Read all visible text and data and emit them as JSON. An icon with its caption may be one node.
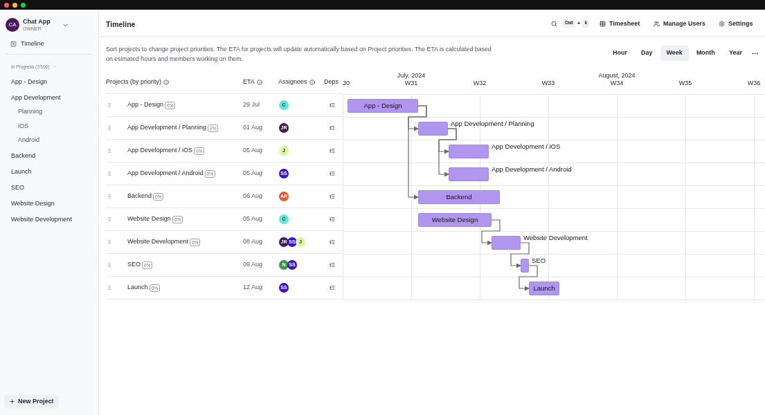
{
  "diagram": {
    "nodes": [
      {
        "text": [
          "App - Design"
        ]
      },
      {
        "text": [],
        "shape": "bar",
        "beside": [
          "App Development / Planning"
        ]
      },
      {
        "text": [],
        "shape": "bar",
        "beside": [
          "App Development / iOS"
        ]
      },
      {
        "text": [],
        "shape": "bar",
        "beside": [
          "App Development / Android"
        ]
      },
      {
        "text": [
          "Backend"
        ]
      },
      {
        "text": [
          "Website Design"
        ]
      },
      {
        "text": [],
        "shape": "bar",
        "beside": [
          "Website Development"
        ]
      },
      {
        "text": [],
        "shape": "bar",
        "beside": [
          "SEO"
        ]
      },
      {
        "text": [
          "Launch"
        ]
      }
    ],
    "edges": [
      {
        "from": 0,
        "to": 1,
        "arrow": "to"
      },
      {
        "from": 1,
        "to": 2,
        "arrow": "to"
      },
      {
        "from": 1,
        "to": 3,
        "arrow": "to"
      },
      {
        "from": 0,
        "to": 4,
        "arrow": "to"
      },
      {
        "from": 5,
        "to": 6,
        "arrow": "to"
      },
      {
        "from": 6,
        "to": 7,
        "arrow": "to"
      },
      {
        "from": 7,
        "to": 8,
        "arrow": "to"
      }
    ],
    "labels": [
      "CA",
      "Chat App",
      "OWNER",
      "Timeline",
      "In Progress (7/100)",
      "App - Design",
      "App Development",
      "Planning",
      "iOS",
      "Android",
      "Backend",
      "Launch",
      "SEO",
      "Website Design",
      "Website Development",
      "New Project",
      "Timeline",
      "Cmd",
      "+",
      "k",
      "Timesheet",
      "Manage Users",
      "Settings",
      "Sort projects to change project priorities. The ETA for projects will update automatically based on Project priorities. The ETA is calculated based on esimated hours and members working on them.",
      "Hour",
      "Day",
      "Week",
      "Month",
      "Year",
      "Projects (by priority)",
      "ETA",
      "Assignees",
      "Deps",
      "July, 2024",
      "August, 2024",
      "30",
      "W31",
      "W32",
      "W33",
      "W34",
      "W35",
      "W36",
      "App - Design",
      "0%",
      "29 Jul",
      "C",
      "App Development / Planning",
      "0%",
      "01 Aug",
      "JR",
      "App Development / iOS",
      "0%",
      "05 Aug",
      "J",
      "App Development / Android",
      "0%",
      "05 Aug",
      "SS",
      "Backend",
      "0%",
      "06 Aug",
      "AR",
      "Website Design",
      "0%",
      "05 Aug",
      "C",
      "Website Development",
      "0%",
      "08 Aug",
      "JR",
      "SS",
      "J",
      "SEO",
      "0%",
      "09 Aug",
      "N",
      "SS",
      "Launch",
      "0%",
      "12 Aug",
      "SS"
    ]
  }
}
